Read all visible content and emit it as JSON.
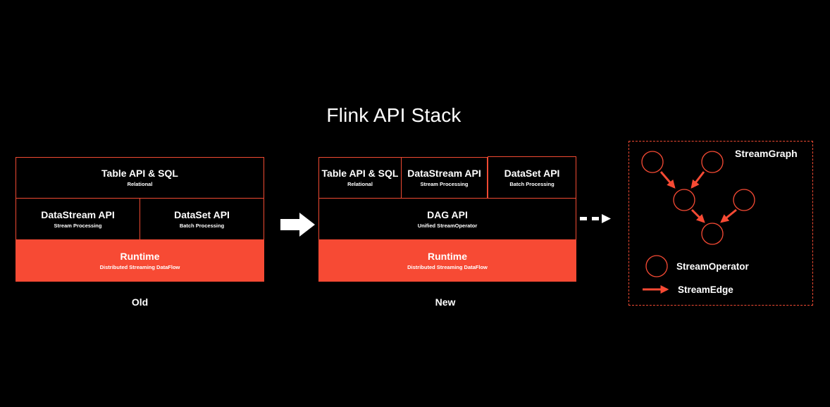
{
  "title": "Flink API Stack",
  "old": {
    "caption": "Old",
    "table": {
      "label": "Table API & SQL",
      "sub": "Relational"
    },
    "datastream": {
      "label": "DataStream API",
      "sub": "Stream Processing"
    },
    "dataset": {
      "label": "DataSet API",
      "sub": "Batch Processing"
    },
    "runtime": {
      "label": "Runtime",
      "sub": "Distributed Streaming DataFlow"
    }
  },
  "new": {
    "caption": "New",
    "table": {
      "label": "Table API & SQL",
      "sub": "Relational"
    },
    "datastream": {
      "label": "DataStream API",
      "sub": "Stream Processing"
    },
    "dataset": {
      "label": "DataSet API",
      "sub": "Batch Processing"
    },
    "dag": {
      "label": "DAG API",
      "sub": "Unified StreamOperator"
    },
    "runtime": {
      "label": "Runtime",
      "sub": "Distributed Streaming DataFlow"
    }
  },
  "graph": {
    "title": "StreamGraph",
    "legend_operator": "StreamOperator",
    "legend_edge": "StreamEdge"
  },
  "colors": {
    "accent": "#f74a34",
    "background": "#000000",
    "text": "#ffffff"
  }
}
